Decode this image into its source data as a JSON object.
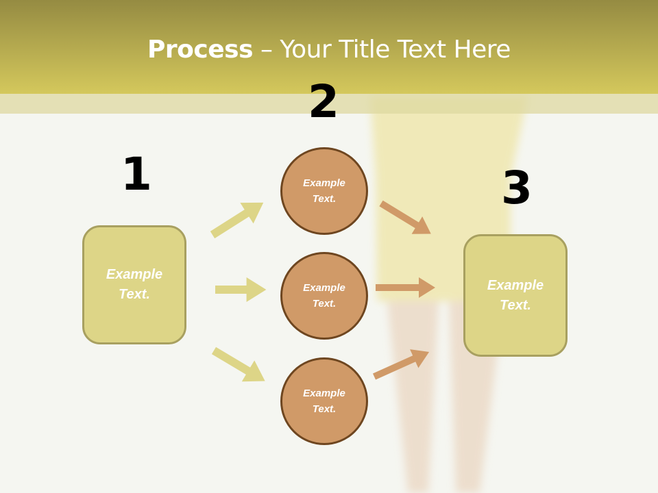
{
  "title": {
    "bold": "Process",
    "rest": " – Your Title Text Here"
  },
  "steps": [
    {
      "number": "1",
      "text_line1": "Example",
      "text_line2": "Text."
    },
    {
      "number": "2",
      "items": [
        {
          "text_line1": "Example",
          "text_line2": "Text."
        },
        {
          "text_line1": "Example",
          "text_line2": "Text."
        },
        {
          "text_line1": "Example",
          "text_line2": "Text."
        }
      ]
    },
    {
      "number": "3",
      "text_line1": "Example",
      "text_line2": "Text."
    }
  ],
  "colors": {
    "header": "#d4c85c",
    "box": "#ddd587",
    "circle": "#d09a68",
    "arrow_left": "#ddd587",
    "arrow_right": "#d09a68"
  }
}
